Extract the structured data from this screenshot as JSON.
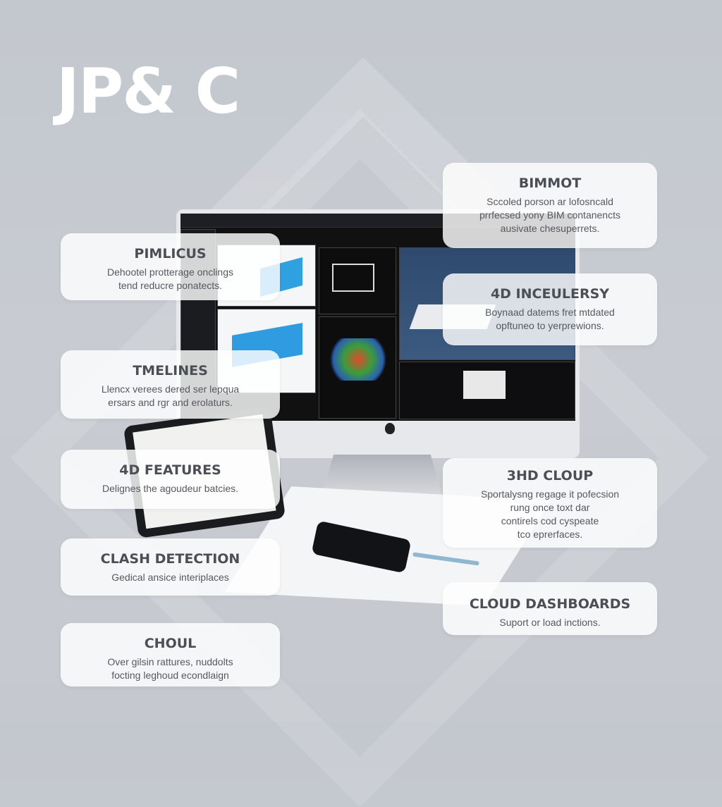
{
  "brand": {
    "title": "JP& C"
  },
  "cards": [
    {
      "title": "BIMMOT",
      "lines": [
        "Sccoled porson ar lofosncald",
        "prrfecsed yony BIM contanencts",
        "ausivate chesuperrets."
      ]
    },
    {
      "title": "4D INCEULERSY",
      "lines": [
        "Boynaad datems fret mtdated",
        "opftuneo to yerprewions."
      ]
    },
    {
      "title": "PIMLICUS",
      "lines": [
        "Dehootel protterage onclings",
        "tend reducre ponatects."
      ]
    },
    {
      "title": "TMELINES",
      "lines": [
        "Llencx verees dered ser lepqua",
        "ersars and rgr and erolaturs."
      ]
    },
    {
      "title": "4D FEATURES",
      "lines": [
        "Delignes the agoudeur batcies."
      ]
    },
    {
      "title": "CLASH DETECTION",
      "lines": [
        "Gedical ansice interiplaces"
      ]
    },
    {
      "title": "CHOUL",
      "lines": [
        "Over gilsin rattures, nuddolts",
        "focting leghoud econdlaign"
      ]
    },
    {
      "title": "3HD CLOUP",
      "lines": [
        "Sportalysng regage it pofecsion",
        "rung once toxt dar",
        "contirels cod cyspeate",
        "tco eprerfaces."
      ]
    },
    {
      "title": "CLOUD DASHBOARDS",
      "lines": [
        "Suport or load inctions."
      ]
    }
  ],
  "colors": {
    "background": "#c5c9cf",
    "card": "#ffffff",
    "text": "#4a4e55",
    "screen": "#111111",
    "model_blue": "#2fa0e0"
  }
}
